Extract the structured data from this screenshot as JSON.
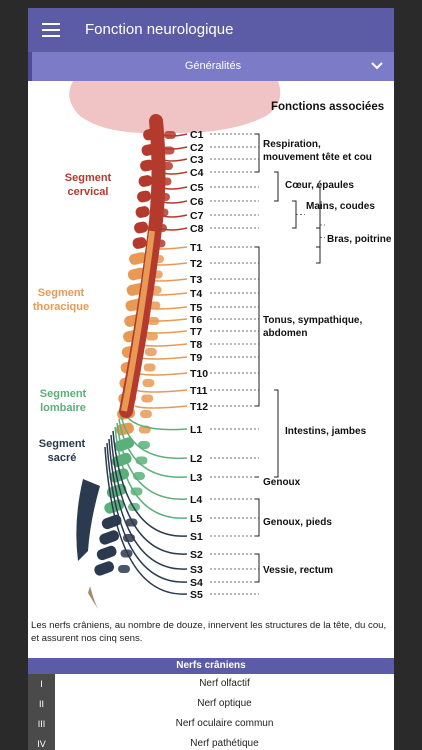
{
  "app": {
    "title": "Fonction neurologique"
  },
  "section": {
    "label": "Généralités"
  },
  "diagram": {
    "functions_heading": "Fonctions associées",
    "segments": {
      "cervical": [
        "Segment",
        "cervical"
      ],
      "thoracic": [
        "Segment",
        "thoracique"
      ],
      "lumbar": [
        "Segment",
        "lombaire"
      ],
      "sacral": [
        "Segment",
        "sacré"
      ]
    },
    "levels": [
      "C1",
      "C2",
      "C3",
      "C4",
      "C5",
      "C6",
      "C7",
      "C8",
      "T1",
      "T2",
      "T3",
      "T4",
      "T5",
      "T6",
      "T7",
      "T8",
      "T9",
      "T10",
      "T11",
      "T12",
      "L1",
      "L2",
      "L3",
      "L4",
      "L5",
      "S1",
      "S2",
      "S3",
      "S4",
      "S5"
    ],
    "functions": {
      "resp_1": "Respiration,",
      "resp_2": "mouvement tête et cou",
      "coeur": "Cœur, épaules",
      "mains": "Mains, coudes",
      "bras": "Bras, poitrine",
      "tonus_1": "Tonus, sympathique,",
      "tonus_2": "abdomen",
      "intestins": "Intestins, jambes",
      "genoux": "Genoux",
      "genoux_pieds": "Genoux, pieds",
      "vessie": "Vessie, rectum"
    },
    "colors": {
      "cervical": "#b53a2e",
      "thoracic": "#e89a55",
      "lumbar": "#5bb07a",
      "sacral": "#2b3a4e",
      "brain": "#f0c4c4"
    }
  },
  "caption": "Les nerfs crâniens, au nombre de douze, innervent les structures de la tête, du cou, et assurent nos cinq sens.",
  "table": {
    "title": "Nerfs crâniens",
    "rows": [
      {
        "num": "I",
        "name": "Nerf olfactif"
      },
      {
        "num": "II",
        "name": "Nerf optique"
      },
      {
        "num": "III",
        "name": "Nerf oculaire commun"
      },
      {
        "num": "IV",
        "name": "Nerf pathétique"
      }
    ]
  }
}
